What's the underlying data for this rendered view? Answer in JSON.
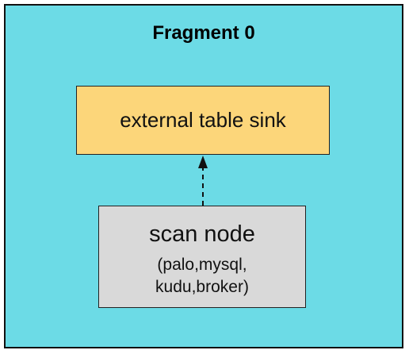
{
  "fragment": {
    "title": "Fragment 0",
    "background_color": "#6cdbe6"
  },
  "sink_node": {
    "label": "external table sink",
    "fill_color": "#fcd67a"
  },
  "scan_node": {
    "title": "scan node",
    "detail_line_1": "(palo,mysql,",
    "detail_line_2": "kudu,broker)",
    "fill_color": "#d9d9d9"
  },
  "edge": {
    "from": "scan node",
    "to": "external table sink",
    "style": "dashed"
  }
}
